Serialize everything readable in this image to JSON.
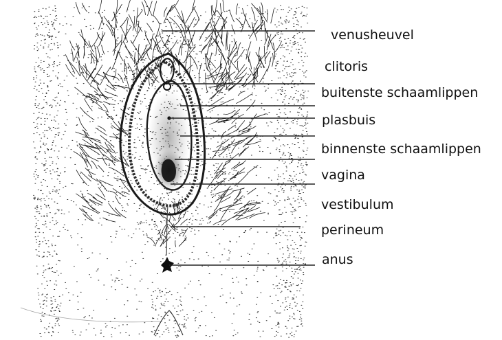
{
  "labels": [
    "venusheuvel",
    "clitoris",
    "buitenste schaamlippen",
    "plasbuis",
    "binnenste schaamlippen",
    "vagina",
    "vestibulum",
    "perineum",
    "anus"
  ],
  "colors": {
    "ink": "#111111",
    "stipple": "#2a2a2a",
    "leader": "#222222",
    "background": "#ffffff"
  }
}
